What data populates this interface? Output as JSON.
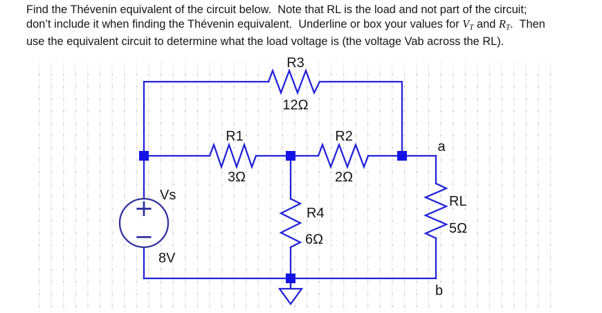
{
  "problem": {
    "line1": "Find the Thévenin equivalent of the circuit below.  Note that RL is the load and not part of the circuit;",
    "line2": {
      "pre": "don’t include it when finding the Thévenin equivalent.  Underline or box your values for ",
      "vt_base": "V",
      "vt_sub": "T",
      "between": " and ",
      "rt_base": "R",
      "rt_sub": "T",
      "post": ".  Then"
    },
    "line3": "use the equivalent circuit to determine what the load voltage is (the voltage Vab across the RL)."
  },
  "circuit": {
    "resistors": {
      "r3": {
        "label": "R3",
        "value": "12Ω"
      },
      "r1": {
        "label": "R1",
        "value": "3Ω"
      },
      "r2": {
        "label": "R2",
        "value": "2Ω"
      },
      "r4": {
        "label": "R4",
        "value": "6Ω"
      },
      "rl": {
        "label": "RL",
        "value": "5Ω"
      }
    },
    "source": {
      "label": "Vs",
      "value": "8V",
      "plus": "+",
      "minus": "−"
    },
    "nodes": {
      "a": "a",
      "b": "b"
    },
    "colors": {
      "wire": "#2222d8",
      "node_square": "#1414e6",
      "source_outline": "#32329e",
      "label_text": "#151515"
    }
  }
}
